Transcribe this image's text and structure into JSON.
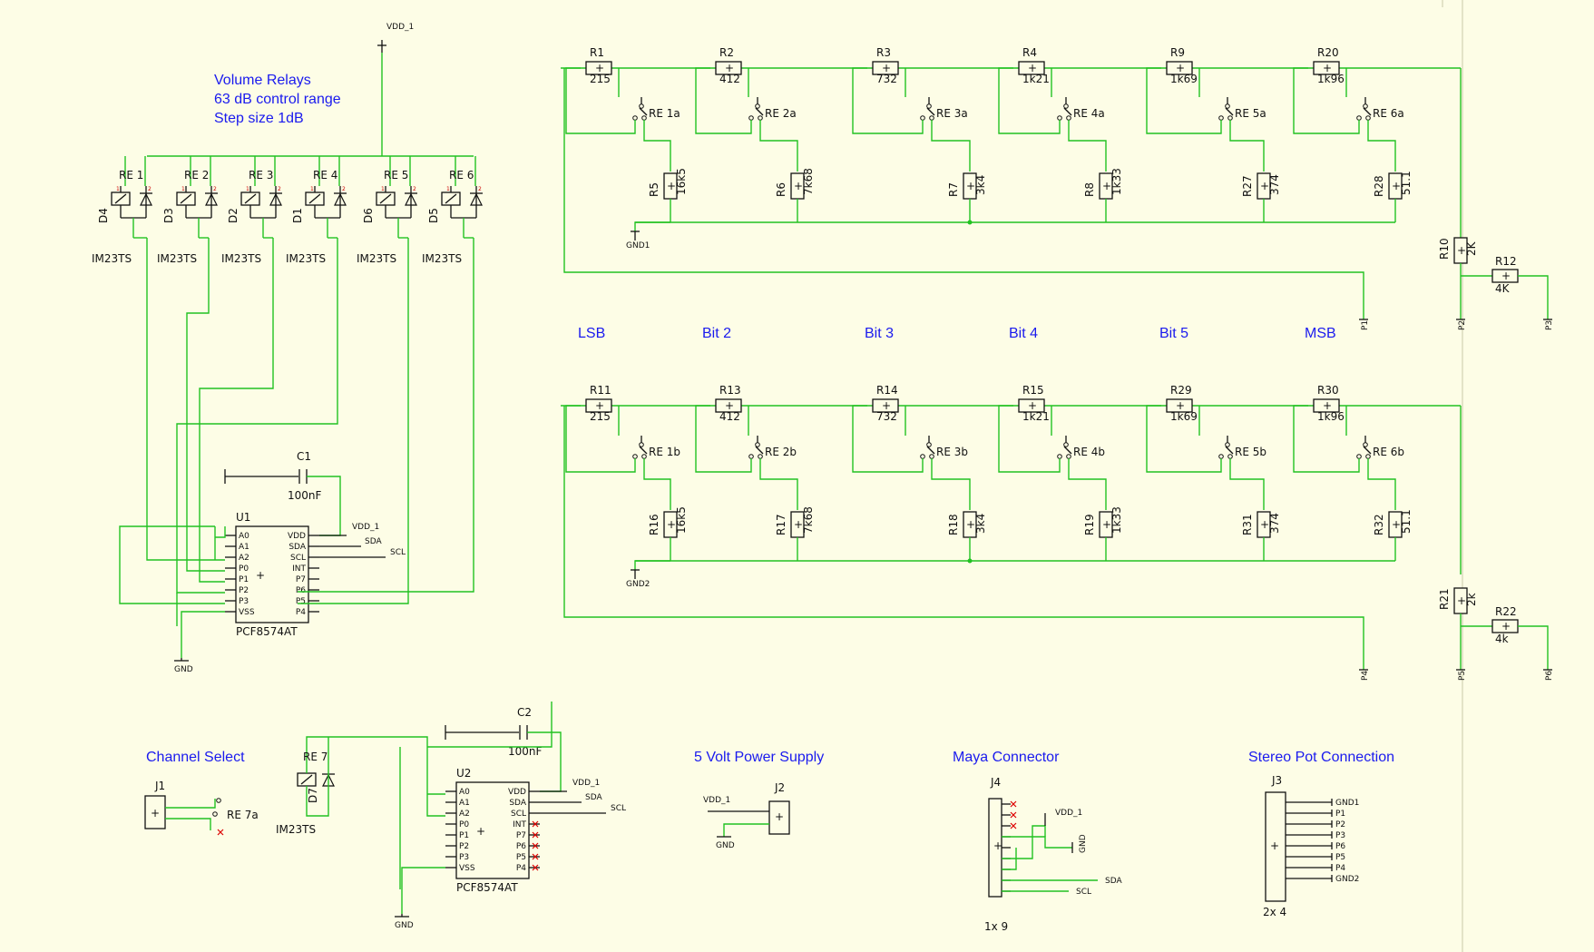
{
  "notes": {
    "volume_relays_1": "Volume Relays",
    "volume_relays_2": "63 dB control range",
    "volume_relays_3": "Step size 1dB",
    "channel_select": "Channel Select",
    "power_supply": "5 Volt Power Supply",
    "maya": "Maya Connector",
    "stereo_pot": "Stereo Pot Connection"
  },
  "bits": [
    "LSB",
    "Bit 2",
    "Bit 3",
    "Bit 4",
    "Bit 5",
    "MSB"
  ],
  "relays": [
    {
      "ref": "RE 1",
      "diode": "D4",
      "part": "IM23TS"
    },
    {
      "ref": "RE 2",
      "diode": "D3",
      "part": "IM23TS"
    },
    {
      "ref": "RE 3",
      "diode": "D2",
      "part": "IM23TS"
    },
    {
      "ref": "RE 4",
      "diode": "D1",
      "part": "IM23TS"
    },
    {
      "ref": "RE 5",
      "diode": "D6",
      "part": "IM23TS"
    },
    {
      "ref": "RE 6",
      "diode": "D5",
      "part": "IM23TS"
    }
  ],
  "re7": {
    "ref": "RE 7",
    "diode": "D7",
    "part": "IM23TS",
    "contact": "RE 7a"
  },
  "ladder_top": {
    "series": [
      {
        "ref": "R1",
        "val": "215"
      },
      {
        "ref": "R2",
        "val": "412"
      },
      {
        "ref": "R3",
        "val": "732"
      },
      {
        "ref": "R4",
        "val": "1k21"
      },
      {
        "ref": "R9",
        "val": "1k69"
      },
      {
        "ref": "R20",
        "val": "1k96"
      }
    ],
    "contacts": [
      "RE 1a",
      "RE 2a",
      "RE 3a",
      "RE 4a",
      "RE 5a",
      "RE 6a"
    ],
    "shunt": [
      {
        "ref": "R5",
        "val": "16k5"
      },
      {
        "ref": "R6",
        "val": "7k68"
      },
      {
        "ref": "R7",
        "val": "3k4"
      },
      {
        "ref": "R8",
        "val": "1k33"
      },
      {
        "ref": "R27",
        "val": "374"
      },
      {
        "ref": "R28",
        "val": "51.1"
      }
    ],
    "gnd": "GND1",
    "r_out1": {
      "ref": "R10",
      "val": "2K"
    },
    "r_out2": {
      "ref": "R12",
      "val": "4K"
    },
    "ports": [
      "P1",
      "P2",
      "P3"
    ]
  },
  "ladder_bottom": {
    "series": [
      {
        "ref": "R11",
        "val": "215"
      },
      {
        "ref": "R13",
        "val": "412"
      },
      {
        "ref": "R14",
        "val": "732"
      },
      {
        "ref": "R15",
        "val": "1k21"
      },
      {
        "ref": "R29",
        "val": "1k69"
      },
      {
        "ref": "R30",
        "val": "1k96"
      }
    ],
    "contacts": [
      "RE 1b",
      "RE 2b",
      "RE 3b",
      "RE 4b",
      "RE 5b",
      "RE 6b"
    ],
    "shunt": [
      {
        "ref": "R16",
        "val": "16k5"
      },
      {
        "ref": "R17",
        "val": "7k68"
      },
      {
        "ref": "R18",
        "val": "3k4"
      },
      {
        "ref": "R19",
        "val": "1k33"
      },
      {
        "ref": "R31",
        "val": "374"
      },
      {
        "ref": "R32",
        "val": "51.1"
      }
    ],
    "gnd": "GND2",
    "r_out1": {
      "ref": "R21",
      "val": "2k"
    },
    "r_out2": {
      "ref": "R22",
      "val": "4k"
    },
    "ports": [
      "P4",
      "P5",
      "P6"
    ]
  },
  "u1": {
    "ref": "U1",
    "part": "PCF8574AT",
    "cap": "C1",
    "cap_val": "100nF"
  },
  "u2": {
    "ref": "U2",
    "part": "PCF8574AT",
    "cap": "C2",
    "cap_val": "100nF"
  },
  "ic_pins_left": [
    "A0",
    "A1",
    "A2",
    "P0",
    "P1",
    "P2",
    "P3",
    "VSS"
  ],
  "ic_pins_right": [
    "VDD",
    "SDA",
    "SCL",
    "INT",
    "P7",
    "P6",
    "P5",
    "P4"
  ],
  "nets": {
    "vdd": "VDD_1",
    "gnd": "GND",
    "sda": "SDA",
    "scl": "SCL"
  },
  "j1": {
    "ref": "J1"
  },
  "j2": {
    "ref": "J2"
  },
  "j4": {
    "ref": "J4",
    "size": "1x 9"
  },
  "j3": {
    "ref": "J3",
    "size": "2x 4",
    "pins": [
      "GND1",
      "P1",
      "P2",
      "P3",
      "P6",
      "P5",
      "P4",
      "GND2"
    ]
  }
}
